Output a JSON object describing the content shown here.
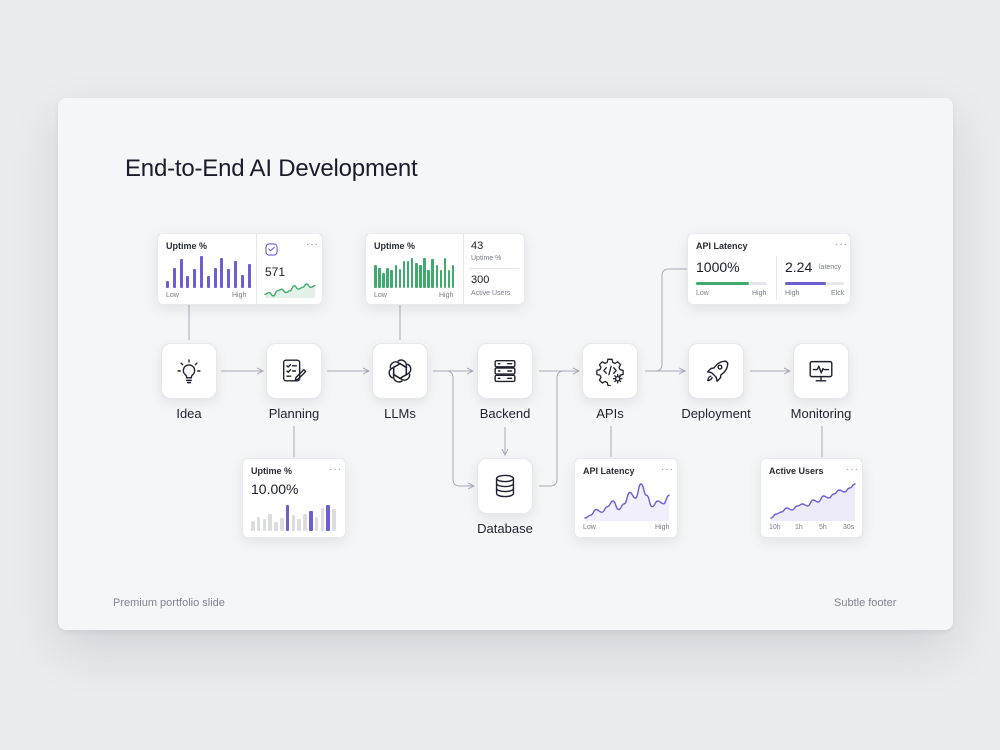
{
  "title": "End-to-End AI Development",
  "footer": {
    "left": "Premium portfolio slide",
    "right": "Subtle footer"
  },
  "colors": {
    "purple": "#6c5ed3",
    "green": "#3fab6e",
    "grey_bar": "#dcdde2",
    "line": "#a7abb9",
    "text": "#1b1d2a"
  },
  "nodes": [
    {
      "id": "idea",
      "label": "Idea",
      "icon": "lightbulb-icon"
    },
    {
      "id": "planning",
      "label": "Planning",
      "icon": "checklist-pencil-icon"
    },
    {
      "id": "llms",
      "label": "LLMs",
      "icon": "openai-knot-icon"
    },
    {
      "id": "backend",
      "label": "Backend",
      "icon": "server-stack-icon"
    },
    {
      "id": "apis",
      "label": "APIs",
      "icon": "code-gear-icon"
    },
    {
      "id": "deployment",
      "label": "Deployment",
      "icon": "rocket-icon"
    },
    {
      "id": "monitoring",
      "label": "Monitoring",
      "icon": "monitor-pulse-icon"
    },
    {
      "id": "database",
      "label": "Database",
      "icon": "database-icon"
    }
  ],
  "cards": {
    "idea": {
      "title": "Uptime %",
      "low": "Low",
      "high": "High",
      "bars": [
        4,
        12,
        17,
        7,
        11,
        19,
        7,
        12,
        18,
        11,
        16,
        8,
        14
      ],
      "icon": "chart-badge-icon",
      "dots": "···",
      "value": "571",
      "sparkline": [
        3,
        4,
        2,
        5,
        6,
        4,
        5,
        8,
        6,
        7,
        9,
        7,
        8
      ]
    },
    "planning": {
      "title": "Uptime %",
      "dots": "···",
      "value": "10.00%",
      "bars": [
        8,
        11,
        9,
        13,
        7,
        10,
        20,
        12,
        9,
        13,
        15,
        11,
        18,
        20,
        17
      ],
      "highlight": [
        6,
        10,
        13
      ]
    },
    "llms": {
      "title": "Uptime %",
      "low": "Low",
      "high": "High",
      "bars": [
        17,
        15,
        11,
        15,
        13,
        17,
        14,
        20,
        20,
        22,
        18,
        17,
        22,
        13,
        21,
        17,
        13,
        22,
        13,
        17
      ],
      "stat1_value": "43",
      "stat1_label": "Uptime %",
      "stat2_value": "300",
      "stat2_label": "Active Users"
    },
    "apis_top": {
      "title": "API Latency",
      "dots": "···",
      "left_value": "1000%",
      "left_low": "Low",
      "left_high": "High",
      "left_fill": 0.75,
      "right_value": "2.24",
      "right_unit": "latency",
      "right_high": "High",
      "right_end": "Elck",
      "right_fill": 0.7
    },
    "apis_bottom": {
      "title": "API Latency",
      "dots": "···",
      "low": "Low",
      "high": "High",
      "line": [
        4,
        5,
        7,
        6,
        8,
        10,
        7,
        9,
        13,
        11,
        16,
        12,
        8,
        10,
        9,
        12
      ]
    },
    "monitoring": {
      "title": "Active Users",
      "dots": "···",
      "ticks": [
        "10h",
        "1h",
        "5h",
        "30s"
      ],
      "line": [
        3,
        5,
        6,
        8,
        7,
        9,
        10,
        9,
        12,
        11,
        14,
        13,
        15,
        17,
        16,
        18,
        20
      ]
    }
  }
}
